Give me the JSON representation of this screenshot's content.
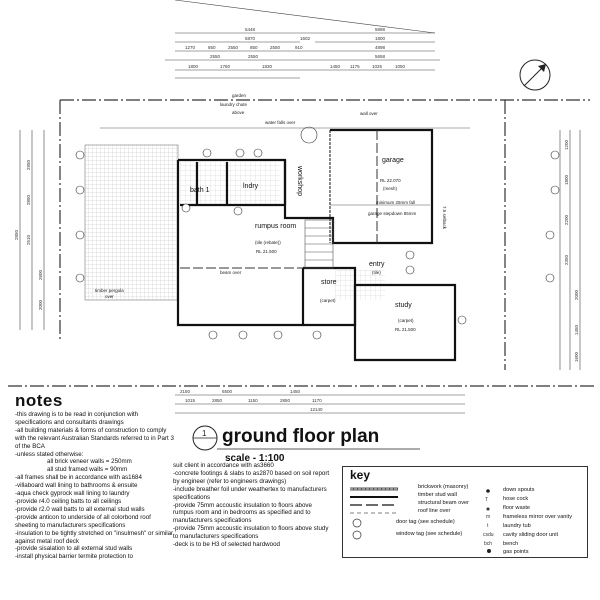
{
  "plan": {
    "north_label": "N",
    "dims_top": [
      "5448",
      "5898",
      "5870",
      "1602",
      "1800",
      "1270",
      "850",
      "2550",
      "850",
      "2550",
      "910",
      "4898",
      "2550",
      "2550",
      "5658",
      "1800",
      "1760",
      "1830",
      "1450",
      "1175",
      "1025",
      "1050"
    ],
    "dims_bottom": [
      "2150",
      "6500",
      "1450",
      "1015",
      "2850",
      "1150",
      "2850",
      "1170",
      "12140"
    ],
    "dims_left": [
      "2950",
      "2850",
      "2510",
      "2600",
      "2000",
      "2850"
    ],
    "dims_right": [
      "1200",
      "1800",
      "2200",
      "2350",
      "2000",
      "1450",
      "1600"
    ],
    "rooms": {
      "bath": "bath 1",
      "laundry": "lndry",
      "workshop": "workshop",
      "garage": "garage",
      "garage_rl": "RL 22.070",
      "garage_floor": "(mesh)",
      "garage_fall": "minimum 25mm fall",
      "garage_step": "garage stepdown 85mm",
      "rumpus": "rumpus room",
      "rumpus_floor": "(tile (rebate))",
      "rumpus_rl": "RL 21.500",
      "store": "store",
      "store_floor": "(carpet)",
      "entry": "entry",
      "entry_floor": "(tile)",
      "study": "study",
      "study_floor": "(carpet)",
      "study_rl": "RL 21.500"
    },
    "annotations": {
      "garden": "garden",
      "chute": "laundry chute",
      "chute2": "above",
      "waterfall": "water falls over",
      "wall_over": "wall over",
      "beam_over": "beam over",
      "pergola": "timber pergola",
      "pergola2": "over",
      "setback": "7.5 setback"
    }
  },
  "title": {
    "number": "1",
    "name": "ground floor plan",
    "scale": "scale - 1:100"
  },
  "notes": {
    "heading": "notes",
    "col1": [
      "-this drawing is to be read in conjunction with specifications and consultants drawings",
      "-all building materials & forms of construction to comply with the relevant Australian Standards referred to in Part 3 of the BCA",
      "-unless stated otherwise:",
      "all brick veneer walls = 250mm",
      "all stud framed walls = 90mm",
      "-all frames shall be in accordance with as1684",
      "-villaboard wall lining to bathrooms & ensuite",
      "-aqua check gyprock wall lining to laundry",
      "-provide r4.0 ceiling batts to all ceilings",
      "-provide r2.0 wall batts to all external stud walls",
      "-provide anticon to underside of all colorbond roof sheeting to manufacturers specifications",
      "-insulation to be tightly stretched on \"insulmesh\" or similar against metal roof deck",
      "-provide sisalation to all external stud walls",
      "-install physical barrier termite protection to"
    ],
    "col2": [
      "suit client in accordance with as3660",
      "-concrete footings & slabs to as2870 based on soil report by engineer (refer to engineers drawings)",
      "-include breather foil under weathertex to manufacturers specifications",
      "-provide 75mm accoustic insulation to floors above rumpus room and in bedrooms as specified and to manufacturers specifications",
      "-provide 75mm accoustic insulation to floors above study to manufacturers specifications",
      "-deck is to be H3 of selected hardwood"
    ]
  },
  "key": {
    "heading": "key",
    "left": [
      {
        "sym": "brickwork",
        "label": "brickwork (masonry)"
      },
      {
        "sym": "stud",
        "label": "timber stud wall"
      },
      {
        "sym": "beam",
        "label": "structural beam over"
      },
      {
        "sym": "roof",
        "label": "roof line over"
      },
      {
        "sym": "door-tag",
        "label": "door tag (see schedule)"
      },
      {
        "sym": "window-tag",
        "label": "window tag (see schedule)"
      }
    ],
    "right": [
      {
        "sym": "ds",
        "label": "down spouts"
      },
      {
        "sym": "hc",
        "label": "hose cock"
      },
      {
        "sym": "fw",
        "label": "floor waste"
      },
      {
        "sym": "m",
        "label": "frameless mirror over vanity"
      },
      {
        "sym": "t",
        "label": "laundry tub"
      },
      {
        "sym": "csdu",
        "label": "cavity sliding door unit"
      },
      {
        "sym": "bch",
        "label": "bench"
      },
      {
        "sym": "gas",
        "label": "gas points"
      }
    ]
  }
}
